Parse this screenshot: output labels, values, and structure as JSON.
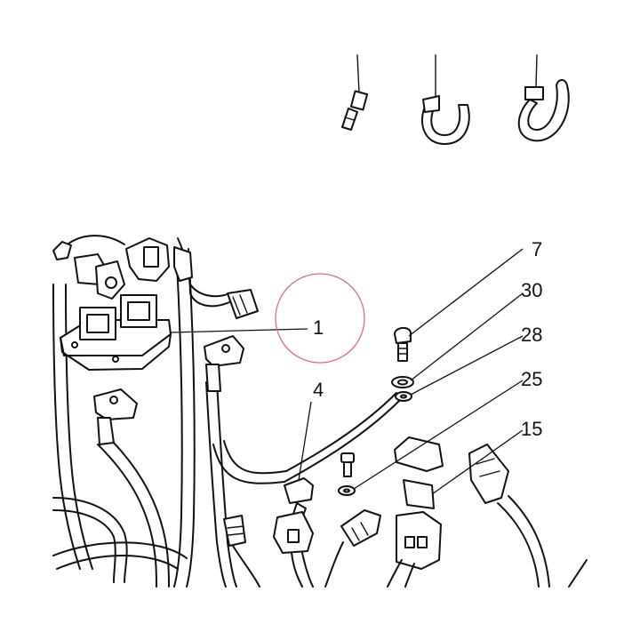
{
  "callouts": {
    "c1": "1",
    "c4": "4",
    "c7": "7",
    "c30": "30",
    "c28": "28",
    "c25": "25",
    "c15": "15"
  },
  "colors": {
    "line": "#111111",
    "highlight_circle": "#d9707e",
    "background": "#ffffff"
  }
}
